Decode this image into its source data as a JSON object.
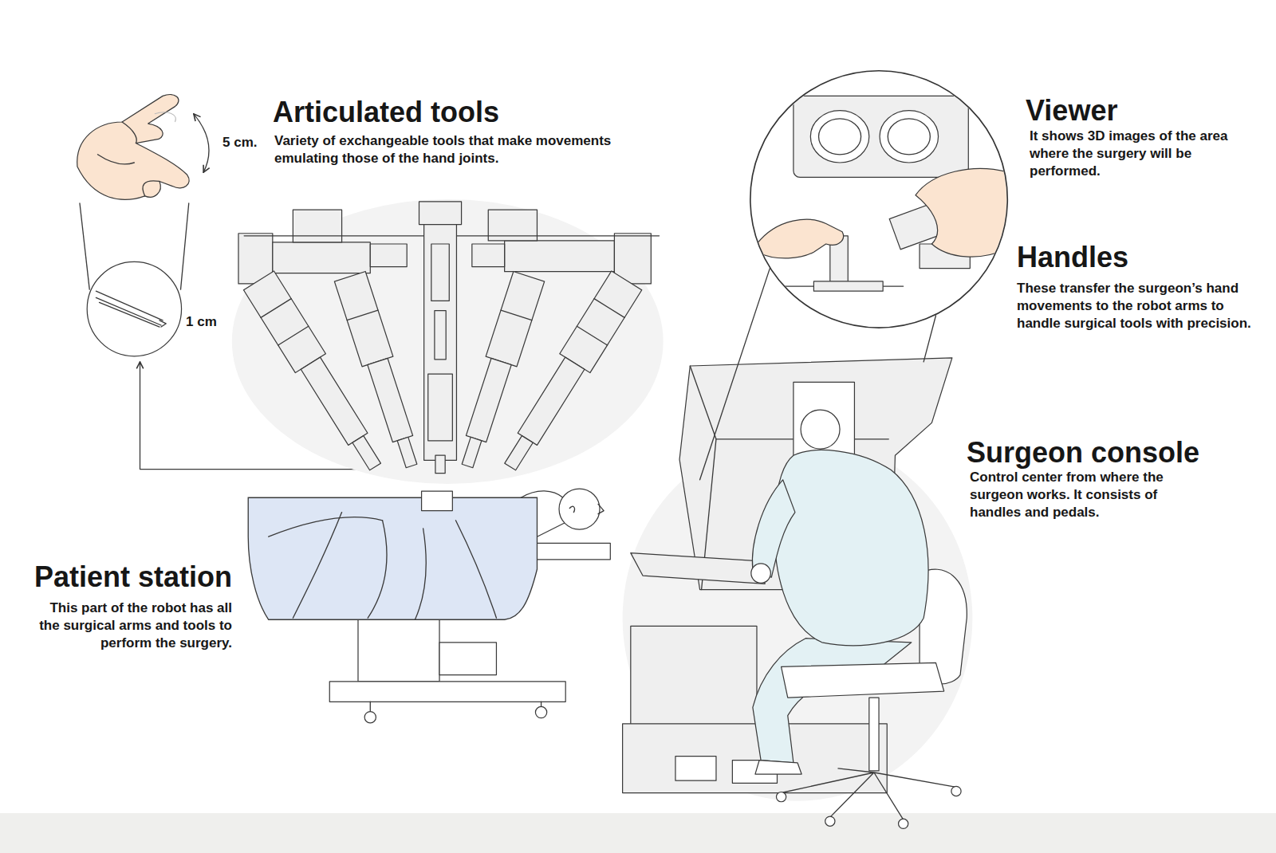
{
  "diagram": {
    "labels": [
      "Articulated tools",
      "Variety of exchangeable tools that make movements emulating those of the hand joints.",
      "5 cm.",
      "1 cm",
      "Viewer",
      "It shows 3D images of the area where the surgery will be performed.",
      "Handles",
      "These transfer the surgeon’s hand movements to the robot arms to handle surgical tools with precision.",
      "Surgeon console",
      "Control center from where the surgeon works. It consists of handles and pedals.",
      "Patient station",
      "This part of the robot has all the surgical arms and tools to perform the surgery."
    ]
  }
}
